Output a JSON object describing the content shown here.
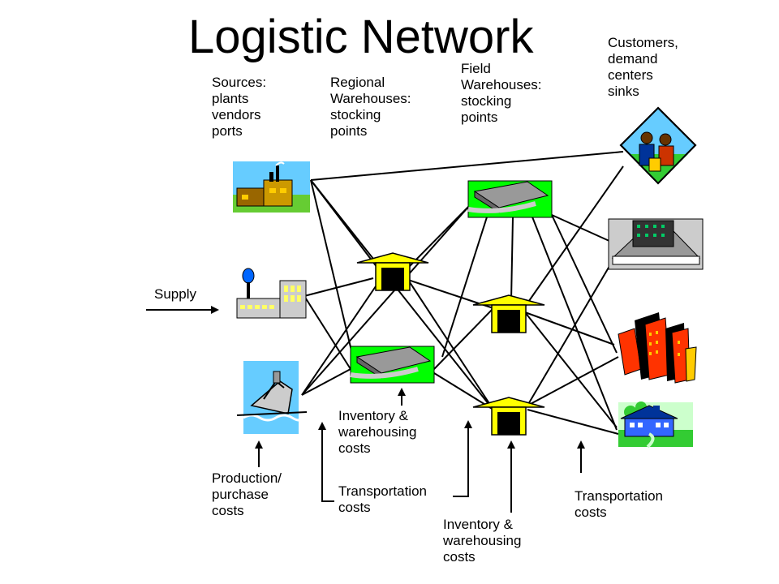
{
  "title": "Logistic Network",
  "labels": {
    "sources": "Sources:\nplants\nvendors\nports",
    "regional": "Regional\nWarehouses:\nstocking\npoints",
    "field": "Field\nWarehouses:\nstocking\npoints",
    "customers": "Customers,\ndemand\ncenters\nsinks",
    "supply": "Supply",
    "inventory_regional": "Inventory &\nwarehousing\ncosts",
    "inventory_field": "Inventory &\nwarehousing\ncosts",
    "production": "Production/\npurchase\ncosts",
    "transport_1": "Transportation\ncosts",
    "transport_2": "Transportation\ncosts"
  },
  "icons": {
    "factory": "factory-icon",
    "plant": "water-tower-plant-icon",
    "port": "ship-icon",
    "regional_warehouse_1": "warehouse-house-icon",
    "regional_warehouse_2": "warehouse-building-icon",
    "field_warehouse_1": "warehouse-building-icon",
    "field_warehouse_2": "warehouse-house-icon",
    "field_warehouse_3": "warehouse-house-icon",
    "customer_1": "people-icon",
    "customer_2": "office-building-icon",
    "customer_3": "city-icon",
    "customer_4": "house-icon"
  },
  "colors": {
    "house_yellow": "#ffff00",
    "warehouse_green": "#00ff00",
    "sky_blue": "#66ccff",
    "city_red": "#ff3300"
  }
}
